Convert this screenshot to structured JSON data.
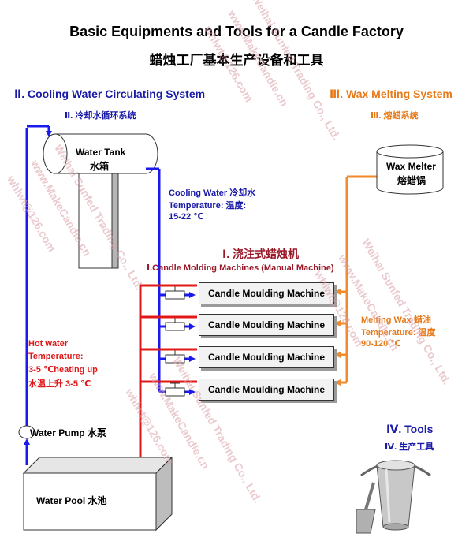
{
  "title_en": "Basic Equipments and Tools for a Candle Factory",
  "title_cn": "蜡烛工厂基本生产设备和工具",
  "cooling": {
    "heading_en": "Ⅱ. Cooling Water Circulating System",
    "heading_cn": "Ⅱ. 冷却水循环系统",
    "tank_en": "Water Tank",
    "tank_cn": "水箱",
    "water_line1": "Cooling Water  冷却水",
    "water_line2": "Temperature:   温度:",
    "water_line3": "15-22 ℃",
    "hot_line1": "Hot water",
    "hot_line2": "Temperature:",
    "hot_line3": "3-5 ℃heating up",
    "hot_line4": "水温上升 3-5 ℃",
    "pump_label": "Water Pump  水泵",
    "pool_label": "Water Pool  水池"
  },
  "wax": {
    "heading_en": "Ⅲ. Wax Melting System",
    "heading_cn": "Ⅲ. 熔蜡系统",
    "melter_en": "Wax Melter",
    "melter_cn": "熔蜡锅",
    "line1": "Melting Wax  蜡油",
    "line2": "Temperature:  温度",
    "line3": "90-120 ℃"
  },
  "molding": {
    "heading_cn": "Ⅰ. 浇注式蜡烛机",
    "heading_en": "Ⅰ.Candle Molding Machines (Manual Machine)",
    "machines": [
      "Candle Moulding Machine",
      "Candle Moulding Machine",
      "Candle Moulding Machine",
      "Candle Moulding Machine"
    ]
  },
  "tools": {
    "heading_en": "Ⅳ. Tools",
    "heading_cn": "Ⅳ. 生产工具"
  },
  "watermark": [
    "Weihai Sunfed Trading Co., Ltd.",
    "www.MakeCandle.cn",
    "whlwt@126.com"
  ],
  "colors": {
    "blue": "#1a1aee",
    "red": "#e01818",
    "orange": "#f08a2a"
  }
}
